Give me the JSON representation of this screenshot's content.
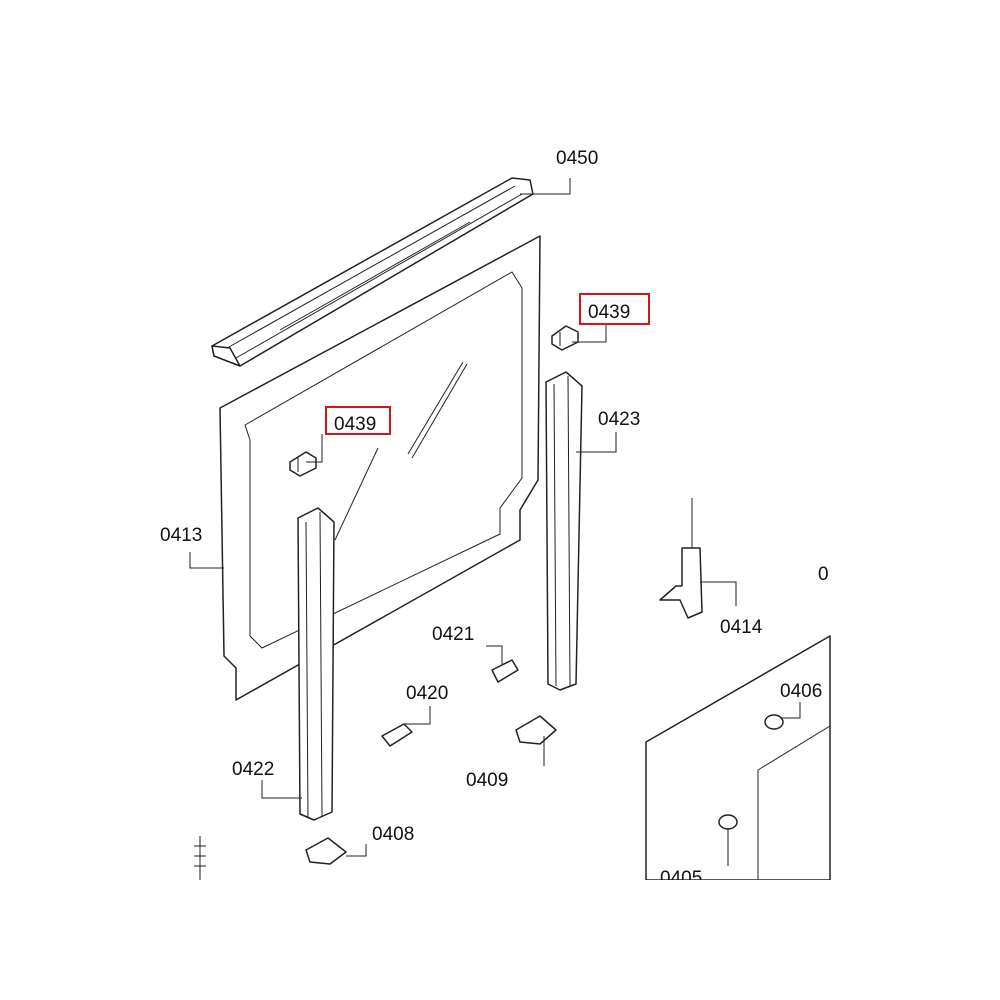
{
  "labels": {
    "p0450": "0450",
    "p0439_top": "0439",
    "p0439_glass": "0439",
    "p0423": "0423",
    "p0413": "0413",
    "p0414": "0414",
    "p0421": "0421",
    "p0420": "0420",
    "p0422": "0422",
    "p0409": "0409",
    "p0408": "0408",
    "p0406": "0406",
    "p0405": "0405",
    "p_cut": "0"
  },
  "highlight": {
    "color": "#d4161b",
    "parts": [
      "0439"
    ]
  }
}
